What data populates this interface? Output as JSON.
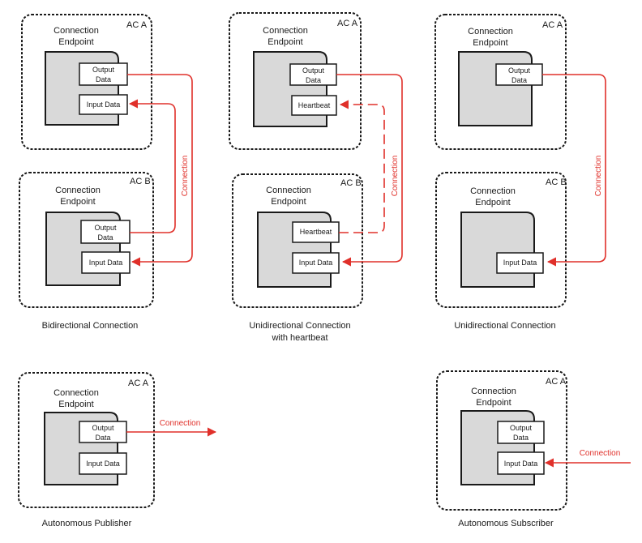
{
  "labels": {
    "ac_a": "AC A",
    "ac_b": "AC B",
    "connection_endpoint_line1": "Connection",
    "connection_endpoint_line2": "Endpoint",
    "output_data_line1": "Output",
    "output_data_line2": "Data",
    "input_data": "Input Data",
    "heartbeat": "Heartbeat",
    "connection": "Connection"
  },
  "captions": {
    "bidirectional": "Bidirectional Connection",
    "uni_heartbeat_line1": "Unidirectional Connection",
    "uni_heartbeat_line2": "with heartbeat",
    "unidirectional": "Unidirectional Connection",
    "publisher": "Autonomous Publisher",
    "subscriber": "Autonomous Subscriber"
  },
  "colors": {
    "connection_line": "#e0302a",
    "endpoint_fill": "#d9d9d9",
    "outline": "#1a1a1a"
  }
}
